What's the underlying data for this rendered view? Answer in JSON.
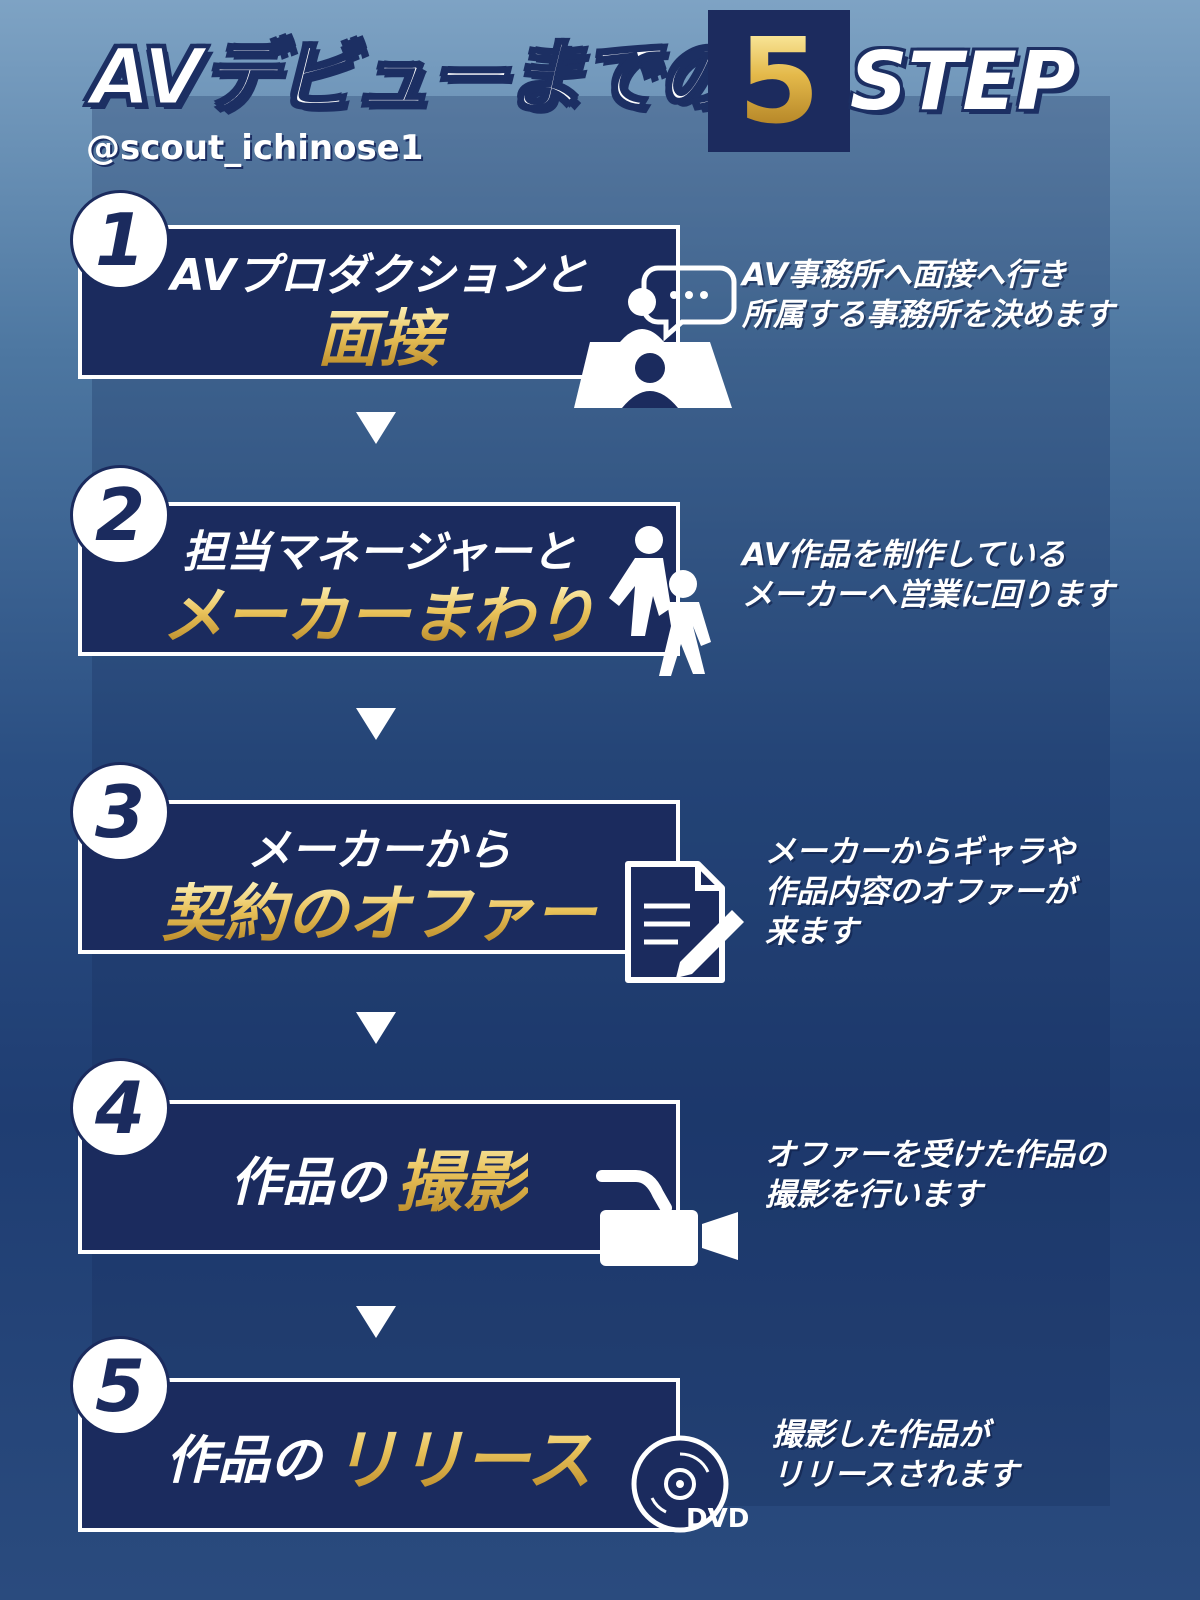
{
  "title": {
    "main": "AVデビューまでの",
    "number": "5",
    "step": "STEP"
  },
  "handle": "@scout_ichinose1",
  "steps": [
    {
      "number": "1",
      "line1": "AVプロダクションと",
      "line2": "面接",
      "icon": "interview-icon",
      "description": [
        "AV事務所へ面接へ行き",
        "所属する事務所を決めます"
      ]
    },
    {
      "number": "2",
      "line1": "担当マネージャーと",
      "line2": "メーカーまわり",
      "icon": "manager-walking-icon",
      "description": [
        "AV作品を制作している",
        "メーカーへ営業に回ります"
      ]
    },
    {
      "number": "3",
      "line1": "メーカーから",
      "line2": "契約のオファー",
      "icon": "contract-document-icon",
      "description": [
        "メーカーからギャラや",
        "作品内容のオファーが",
        "来ます"
      ]
    },
    {
      "number": "4",
      "line1": "作品の",
      "line2": "撮影",
      "icon": "video-camera-icon",
      "description": [
        "オファーを受けた作品の",
        "撮影を行います"
      ]
    },
    {
      "number": "5",
      "line1": "作品の",
      "line2": "リリース",
      "icon": "dvd-icon",
      "icon_label": "DVD",
      "description": [
        "撮影した作品が",
        "リリースされます"
      ]
    }
  ],
  "colors": {
    "navy": "#1b2b5e",
    "gold": "#e1bd55",
    "white": "#ffffff"
  }
}
